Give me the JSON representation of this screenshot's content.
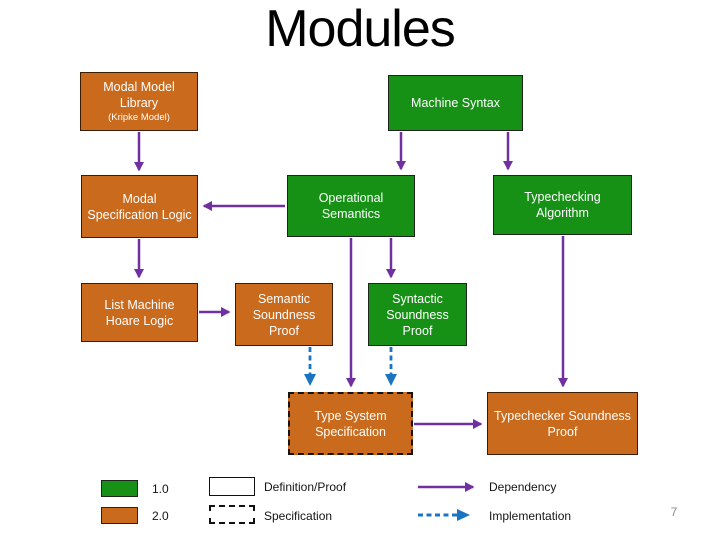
{
  "slide": {
    "title": "Modules",
    "page_number": "7"
  },
  "colors": {
    "module_v1_green": "#169116",
    "module_v2_orange": "#C96A1C",
    "dependency_purple": "#7030A0",
    "implementation_blue": "#1B74C2"
  },
  "nodes": {
    "modal_model_library": {
      "label": "Modal Model Library",
      "sublabel": "(Kripke Model)",
      "color": "orange",
      "border": "solid"
    },
    "machine_syntax": {
      "label": "Machine Syntax",
      "color": "green",
      "border": "solid"
    },
    "modal_specification_logic": {
      "label": "Modal Specification Logic",
      "color": "orange",
      "border": "solid"
    },
    "operational_semantics": {
      "label": "Operational Semantics",
      "color": "green",
      "border": "solid"
    },
    "typechecking_algorithm": {
      "label": "Typechecking Algorithm",
      "color": "green",
      "border": "solid"
    },
    "list_machine_hoare_logic": {
      "label": "List Machine Hoare Logic",
      "color": "orange",
      "border": "solid"
    },
    "semantic_soundness_proof": {
      "label": "Semantic Soundness Proof",
      "color": "orange",
      "border": "solid"
    },
    "syntactic_soundness_proof": {
      "label": "Syntactic Soundness Proof",
      "color": "green",
      "border": "solid"
    },
    "type_system_specification": {
      "label": "Type System Specification",
      "color": "orange",
      "border": "dashed"
    },
    "typechecker_soundness_proof": {
      "label": "Typechecker Soundness Proof",
      "color": "orange",
      "border": "solid"
    }
  },
  "edges": {
    "dependency": [
      {
        "from": "modal_model_library",
        "to": "modal_specification_logic"
      },
      {
        "from": "machine_syntax",
        "to": "operational_semantics"
      },
      {
        "from": "machine_syntax",
        "to": "typechecking_algorithm"
      },
      {
        "from": "operational_semantics",
        "to": "modal_specification_logic"
      },
      {
        "from": "modal_specification_logic",
        "to": "list_machine_hoare_logic"
      },
      {
        "from": "list_machine_hoare_logic",
        "to": "semantic_soundness_proof"
      },
      {
        "from": "operational_semantics",
        "to": "syntactic_soundness_proof"
      },
      {
        "from": "operational_semantics",
        "to": "type_system_specification"
      },
      {
        "from": "typechecking_algorithm",
        "to": "typechecker_soundness_proof"
      },
      {
        "from": "type_system_specification",
        "to": "typechecker_soundness_proof"
      }
    ],
    "implementation": [
      {
        "from": "semantic_soundness_proof",
        "to": "type_system_specification"
      },
      {
        "from": "syntactic_soundness_proof",
        "to": "type_system_specification"
      }
    ]
  },
  "legend": {
    "green_version": "1.0",
    "orange_version": "2.0",
    "solid_box": "Definition/Proof",
    "dashed_box": "Specification",
    "solid_arrow": "Dependency",
    "dashed_arrow": "Implementation"
  }
}
